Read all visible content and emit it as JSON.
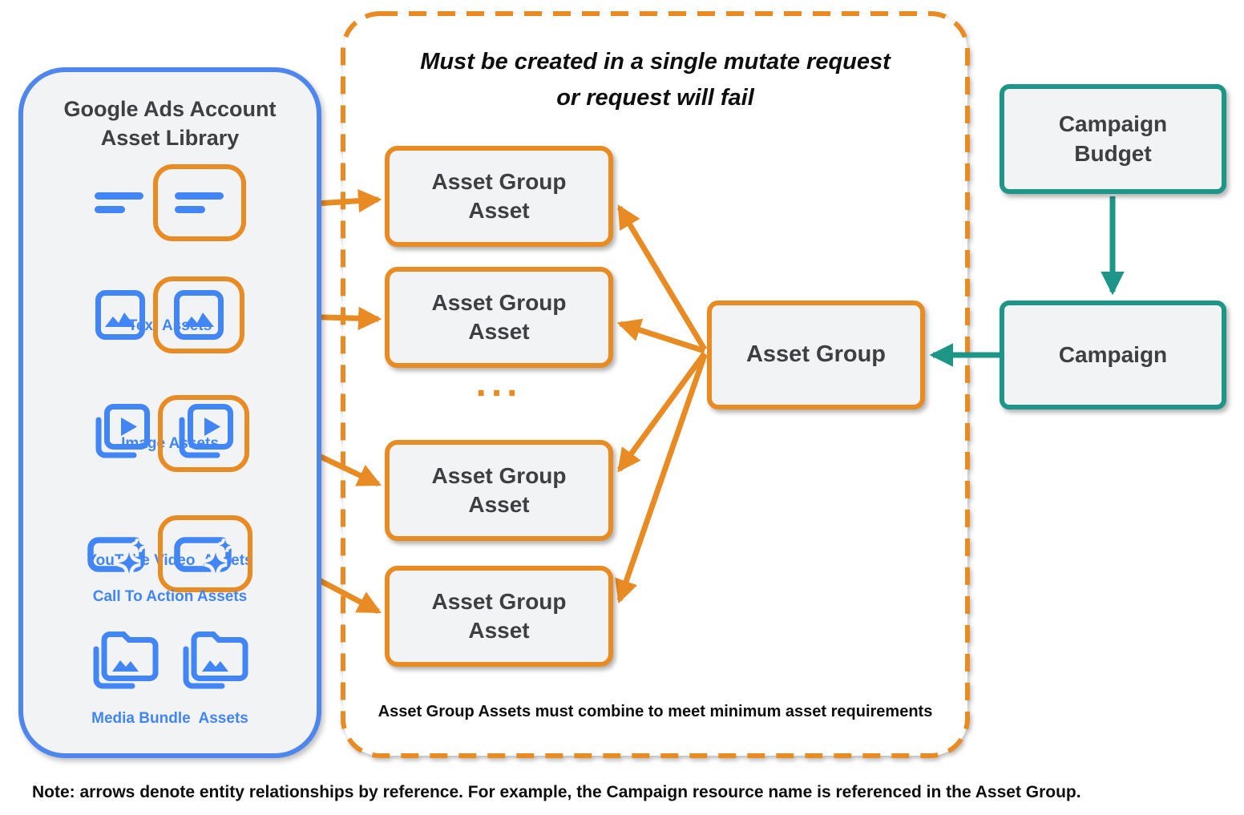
{
  "colors": {
    "orange": "#E88B23",
    "blue": "#4285F4",
    "teal": "#1E9687",
    "box_fill": "#F1F3F4",
    "dark_text": "#3C4043"
  },
  "asset_library": {
    "title_line1": "Google Ads Account",
    "title_line2": "Asset Library",
    "rows": [
      {
        "label": "Text Assets",
        "icon": "text-asset-icon"
      },
      {
        "label": "Image Assets",
        "icon": "image-asset-icon"
      },
      {
        "label": "YouTube Video  Assets",
        "icon": "youtube-video-asset-icon"
      },
      {
        "label": "Call To Action Assets",
        "icon": "call-to-action-asset-icon"
      },
      {
        "label": "Media Bundle  Assets",
        "icon": "media-bundle-asset-icon"
      }
    ]
  },
  "mutate_group": {
    "title_line1": "Must be created in a single mutate request",
    "title_line2": "or request will fail",
    "boxes": [
      {
        "line1": "Asset Group",
        "line2": "Asset"
      },
      {
        "line1": "Asset Group",
        "line2": "Asset"
      },
      {
        "line1": "Asset Group",
        "line2": "Asset"
      },
      {
        "line1": "Asset Group",
        "line2": "Asset"
      }
    ],
    "ellipsis": "...",
    "footer": "Asset Group Assets must combine to meet minimum asset requirements",
    "asset_group_label": "Asset Group"
  },
  "campaign_budget": {
    "line1": "Campaign",
    "line2": "Budget"
  },
  "campaign": {
    "label": "Campaign"
  },
  "note": "Note: arrows denote entity relationships by reference. For example, the Campaign resource name is referenced in the Asset Group."
}
